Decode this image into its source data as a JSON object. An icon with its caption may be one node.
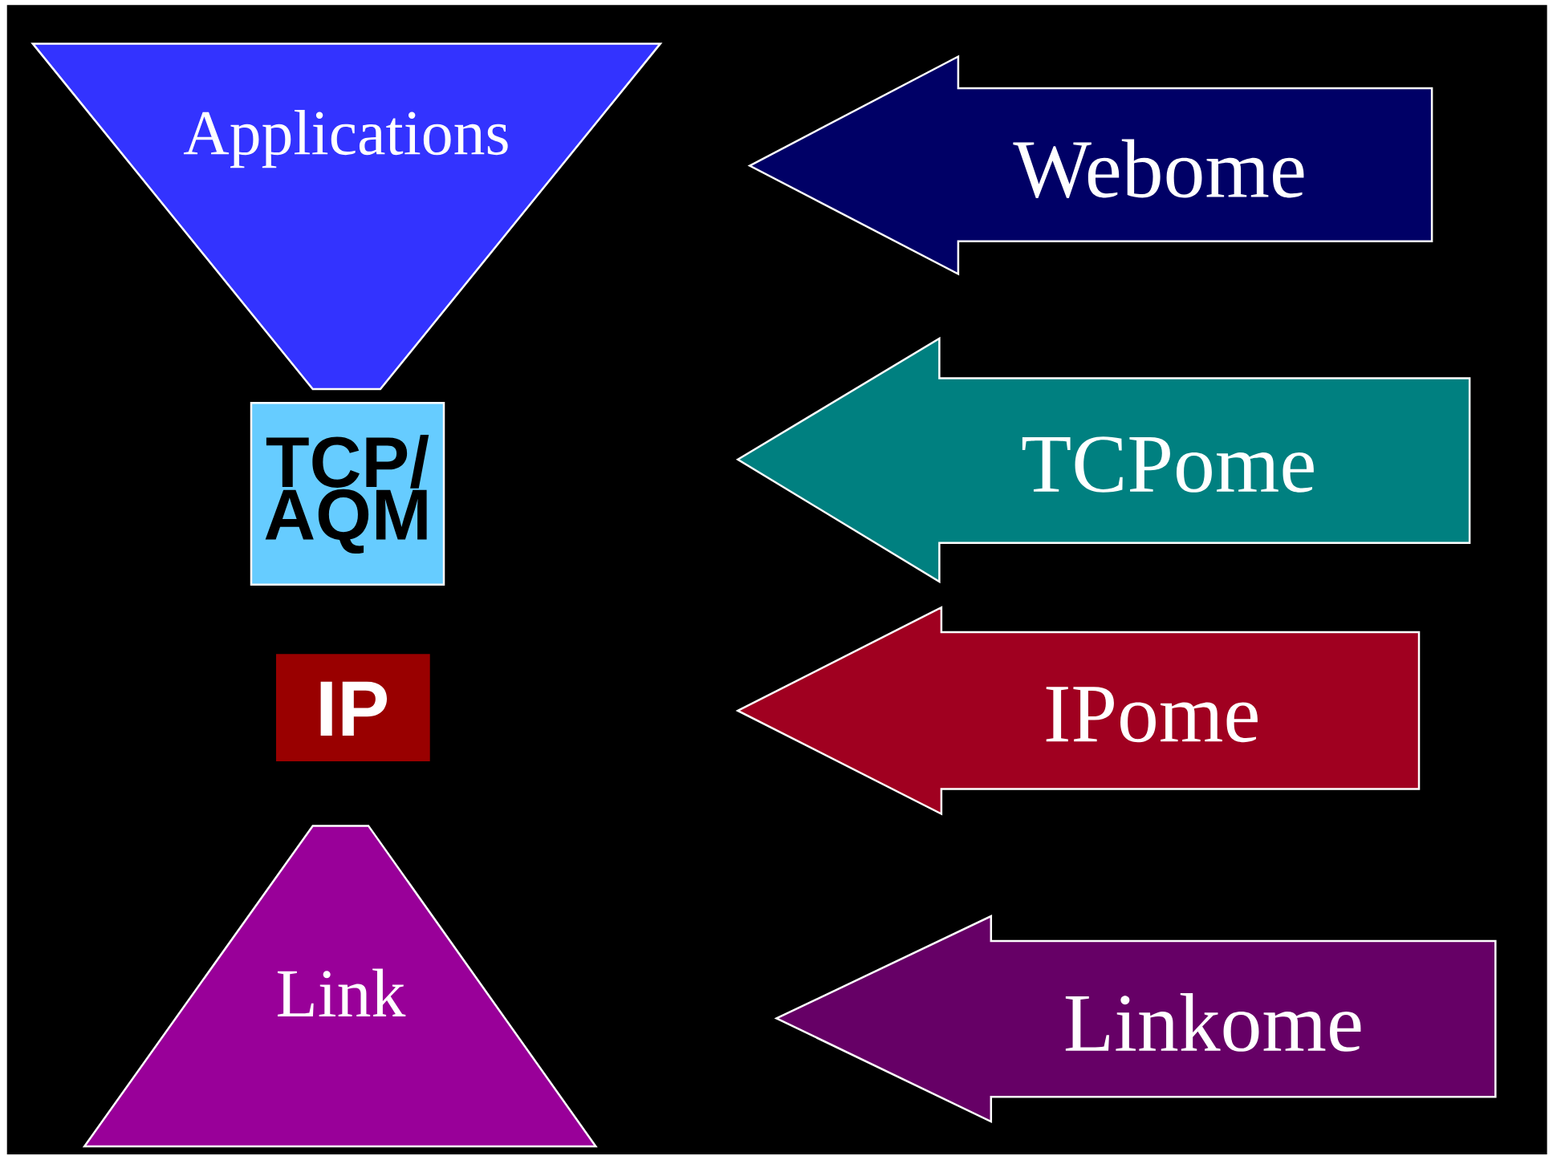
{
  "diagram": {
    "nodes": [
      {
        "text": [
          "Applications"
        ]
      },
      {
        "text": [
          "TCP/ AQM"
        ]
      },
      {
        "text": [
          "IP"
        ]
      },
      {
        "text": [
          "Link"
        ]
      },
      {
        "text": [
          "Webome"
        ]
      },
      {
        "text": [
          "TCPome"
        ]
      },
      {
        "text": [
          "IPome"
        ]
      },
      {
        "text": [
          "Linkome"
        ]
      }
    ]
  }
}
